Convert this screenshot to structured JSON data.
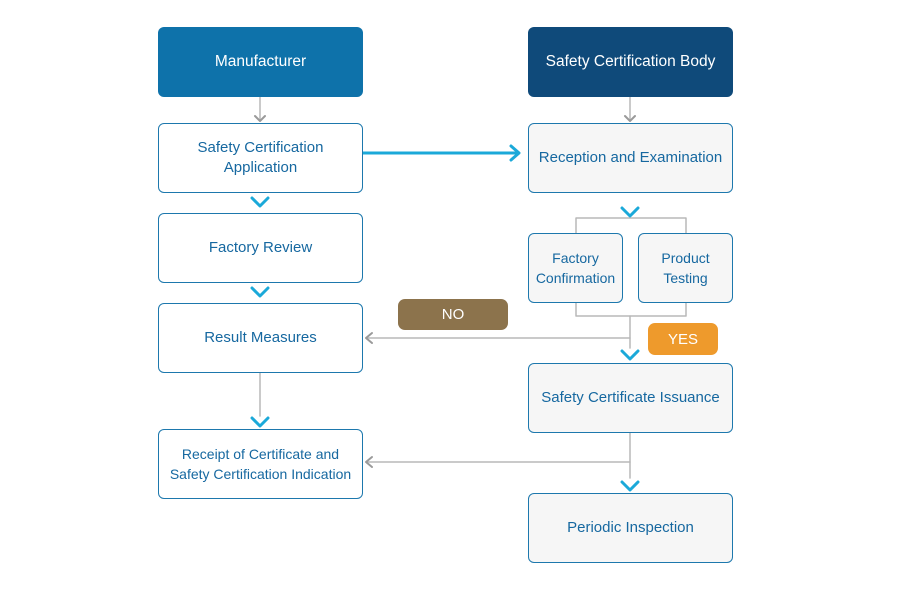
{
  "left_column": {
    "header": "Manufacturer",
    "steps": [
      "Safety Certification\nApplication",
      "Factory Review",
      "Result Measures",
      "Receipt of Certificate and\nSafety Certification Indication"
    ]
  },
  "right_column": {
    "header": "Safety Certification Body",
    "steps": [
      "Reception and Examination",
      "Factory\nConfirmation",
      "Product\nTesting",
      "Safety Certificate Issuance",
      "Periodic Inspection"
    ]
  },
  "decisions": {
    "no": "NO",
    "yes": "YES"
  },
  "colors": {
    "header_left": "#0e72aa",
    "header_right": "#0f4a7a",
    "box_border": "#1d78ad",
    "text": "#1668a0",
    "chevron": "#1ba9d9",
    "connector": "#b8b8b8",
    "no_pill": "#8c734c",
    "yes_pill": "#ee9a2c"
  },
  "icons": [
    "chevron-down-icon",
    "arrow-right-icon",
    "arrow-left-icon"
  ]
}
